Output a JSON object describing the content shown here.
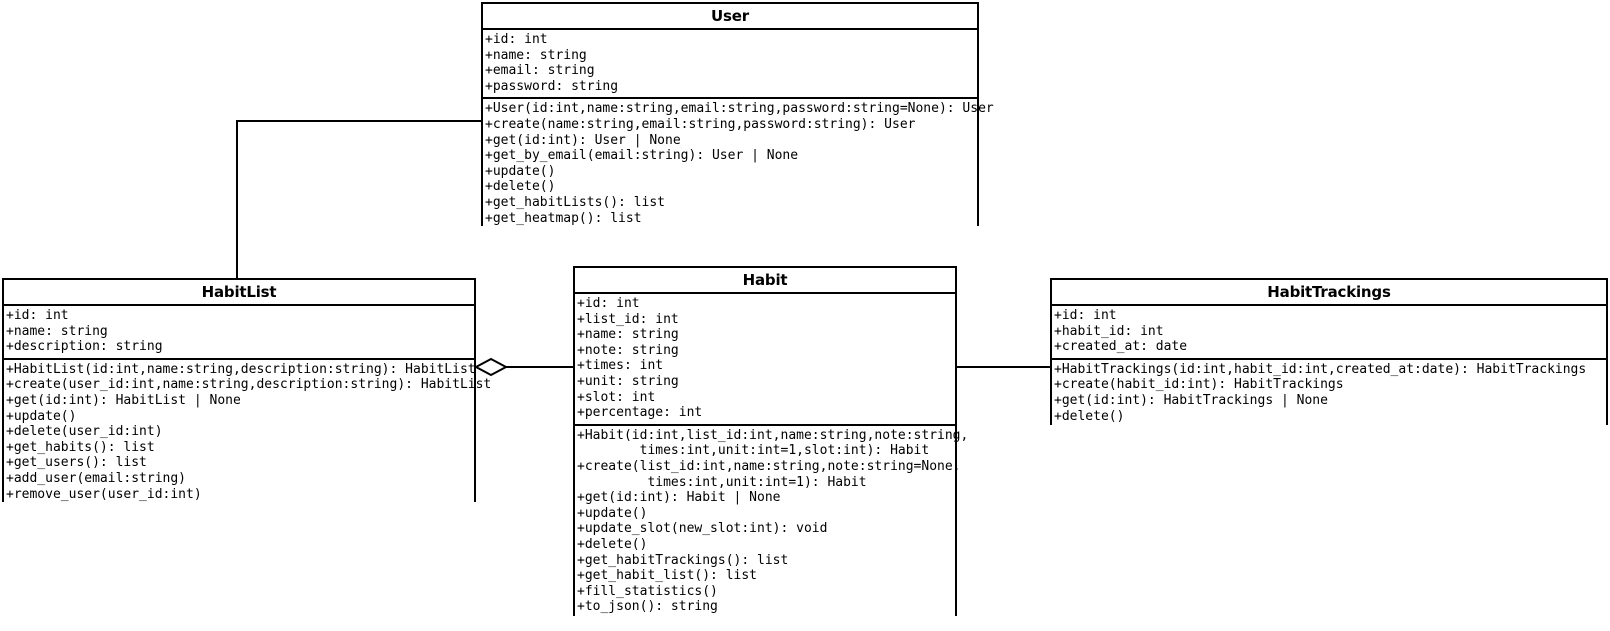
{
  "diagram": {
    "type": "uml-class-diagram",
    "title": "Habit Tracker Domain Model",
    "background_color": "#ffffff",
    "line_color": "#000000"
  },
  "classes": [
    {
      "key": "user",
      "name": "User",
      "attributes": [
        "+id: int",
        "+name: string",
        "+email: string",
        "+password: string"
      ],
      "methods": [
        "+User(id:int,name:string,email:string,password:string=None): User",
        "+create(name:string,email:string,password:string): User",
        "+get(id:int): User | None",
        "+get_by_email(email:string): User | None",
        "+update()",
        "+delete()",
        "+get_habitLists(): list",
        "+get_heatmap(): list"
      ]
    },
    {
      "key": "habitlist",
      "name": "HabitList",
      "attributes": [
        "+id: int",
        "+name: string",
        "+description: string"
      ],
      "methods": [
        "+HabitList(id:int,name:string,description:string): HabitList",
        "+create(user_id:int,name:string,description:string): HabitList",
        "+get(id:int): HabitList | None",
        "+update()",
        "+delete(user_id:int)",
        "+get_habits(): list",
        "+get_users(): list",
        "+add_user(email:string)",
        "+remove_user(user_id:int)"
      ]
    },
    {
      "key": "habit",
      "name": "Habit",
      "attributes": [
        "+id: int",
        "+list_id: int",
        "+name: string",
        "+note: string",
        "+times: int",
        "+unit: string",
        "+slot: int",
        "+percentage: int"
      ],
      "methods": [
        "+Habit(id:int,list_id:int,name:string,note:string,",
        "        times:int,unit:int=1,slot:int): Habit",
        "+create(list_id:int,name:string,note:string=None,",
        "         times:int,unit:int=1): Habit",
        "+get(id:int): Habit | None",
        "+update()",
        "+update_slot(new_slot:int): void",
        "+delete()",
        "+get_habitTrackings(): list",
        "+get_habit_list(): list",
        "+fill_statistics()",
        "+to_json(): string"
      ]
    },
    {
      "key": "habittrackings",
      "name": "HabitTrackings",
      "attributes": [
        "+id: int",
        "+habit_id: int",
        "+created_at: date"
      ],
      "methods": [
        "+HabitTrackings(id:int,habit_id:int,created_at:date): HabitTrackings",
        "+create(habit_id:int): HabitTrackings",
        "+get(id:int): HabitTrackings | None",
        "+delete()"
      ]
    }
  ],
  "relationships": [
    {
      "key": "user-habitlist",
      "from": "User",
      "to": "HabitList",
      "style": "orthogonal-line",
      "decoration": "none"
    },
    {
      "key": "habitlist-habit",
      "from": "HabitList",
      "to": "Habit",
      "style": "straight-line",
      "decoration": "aggregation-diamond"
    },
    {
      "key": "habit-habittrackings",
      "from": "Habit",
      "to": "HabitTrackings",
      "style": "straight-line",
      "decoration": "none"
    }
  ]
}
